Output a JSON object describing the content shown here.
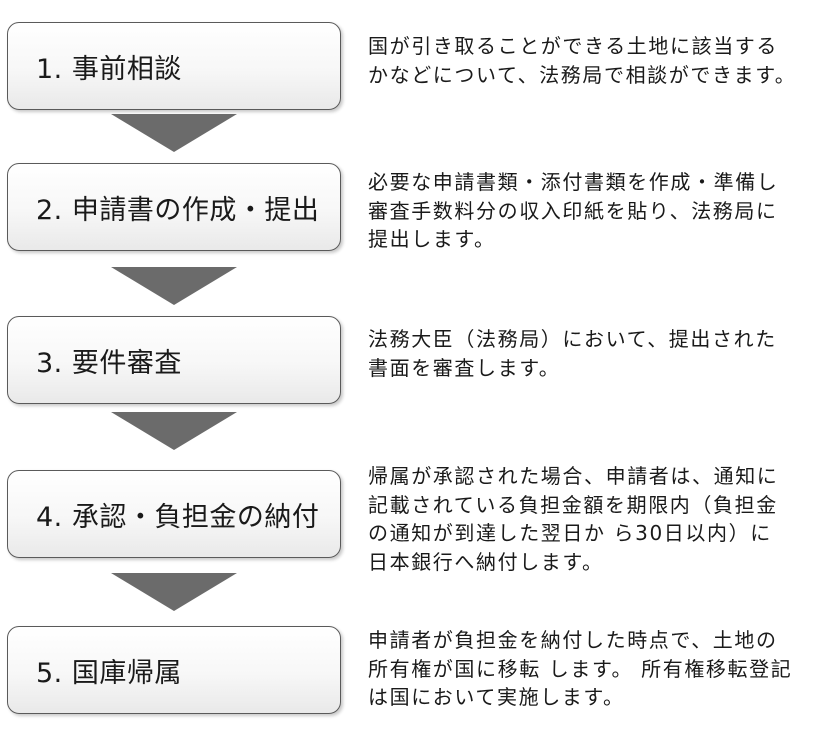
{
  "colors": {
    "arrow": "#6b6b6b",
    "box_border": "#5a5a5a",
    "text": "#1a1a1a"
  },
  "steps": [
    {
      "label": "1. 事前相談",
      "description": "国が引き取ることができる土地に該当する\nかなどについて、法務局で相談ができます。"
    },
    {
      "label": "2. 申請書の作成・提出",
      "description": "必要な申請書類・添付書類を作成・準備し\n審査手数料分の収入印紙を貼り、法務局に\n提出します。"
    },
    {
      "label": "3. 要件審査",
      "description": "法務大臣（法務局）において、提出された\n書面を審査します。"
    },
    {
      "label": "4. 承認・負担金の納付",
      "description": "帰属が承認された場合、申請者は、通知に\n記載されている負担金額を期限内（負担金\nの通知が到達した翌日か ら30日以内）に\n日本銀行へ納付します。"
    },
    {
      "label": "5. 国庫帰属",
      "description": "申請者が負担金を納付した時点で、土地の\n所有権が国に移転 します。 所有権移転登記\nは国において実施します。"
    }
  ]
}
